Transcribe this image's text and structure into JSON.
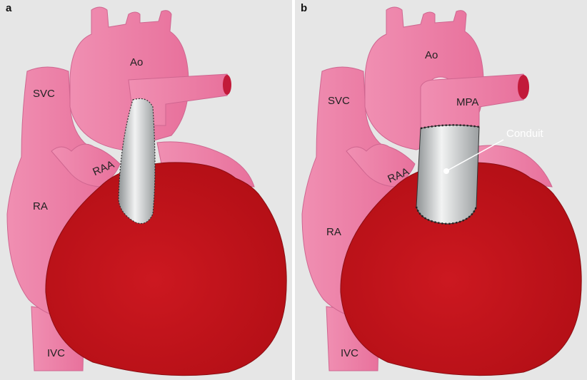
{
  "panels": [
    {
      "letter": "a",
      "labels": {
        "ao": "Ao",
        "svc": "SVC",
        "raa": "RAA",
        "ra": "RA",
        "ivc": "IVC"
      }
    },
    {
      "letter": "b",
      "labels": {
        "ao": "Ao",
        "svc": "SVC",
        "raa": "RAA",
        "ra": "RA",
        "ivc": "IVC",
        "mpa": "MPA",
        "conduit": "Conduit"
      }
    }
  ],
  "colors": {
    "background": "#e6e6e6",
    "vessel_pink": "#ee7ea6",
    "vessel_dark": "#d05c86",
    "ventricle_red": "#c8141c",
    "conduit_gray": "#c9cccd"
  }
}
